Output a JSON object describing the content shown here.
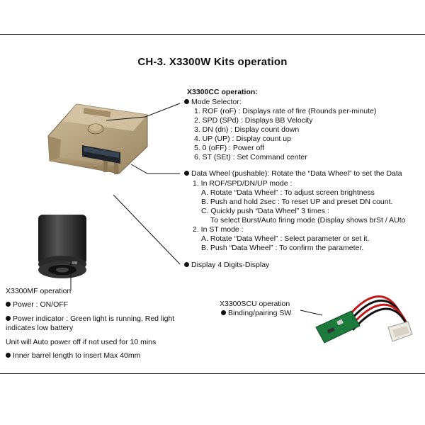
{
  "title": "CH-3. X3300W Kits operation",
  "cc": {
    "heading": "X3300CC operation:",
    "mode_selector": "Mode Selector:",
    "modes": [
      "1. ROF (roF) : Displays rate of fire (Rounds per-minute)",
      "2. SPD (SPd) : Displays BB Velocity",
      "3. DN (dn) : Display count down",
      "4. UP (UP) : Display count up",
      "5. 0 (oFF) : Power off",
      "6. ST (SEt) : Set Command center"
    ],
    "wheel": "Data Wheel (pushable): Rotate the “Data Wheel” to set the Data",
    "rof_mode": "1. In ROF/SPD/DN/UP mode :",
    "rof_items": [
      "A. Rotate “Data Wheel” : To adjust screen brightness",
      "B. Push and hold 2sec : To reset UP and preset DN count.",
      "C. Quickly push “Data Wheel” 3 times :"
    ],
    "burst": "To select Burst/Auto firing mode (Display shows brSt /   AUto",
    "st_mode": "2. In ST mode :",
    "st_items": [
      "A. Rotate “Data Wheel” : Select parameter or set it.",
      "B. Push “Data Wheel” : To confirm the parameter."
    ],
    "display": "Display 4 Digits-Display"
  },
  "mf": {
    "heading": "X3300MF operation",
    "power": "Power : ON/OFF",
    "indicator_1": "Power indicator : Green light is running, Red light",
    "indicator_2": "indicates low battery",
    "auto_off": "Unit will Auto power off if not used for 10 mins",
    "barrel": "Inner barrel length to insert Max 40mm"
  },
  "scu": {
    "heading": "X3300SCU operation",
    "binding": "Binding/pairing SW"
  }
}
